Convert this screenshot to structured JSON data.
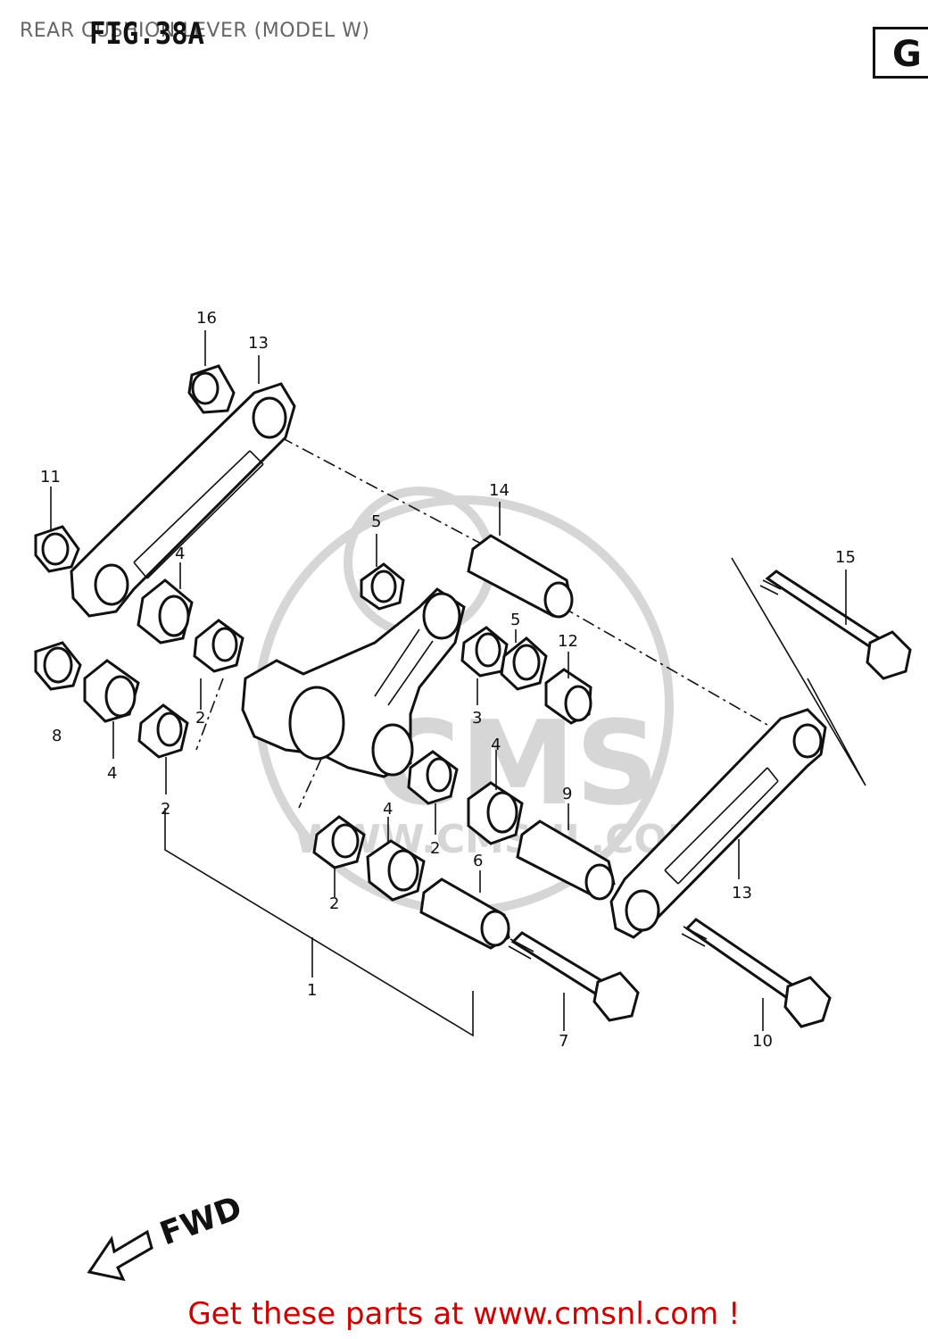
{
  "header": {
    "title": "REAR CUSHION LEVER (MODEL W)",
    "figure": "FIG.38A",
    "group_letter": "G"
  },
  "watermark": {
    "brand": "CMS",
    "url": "WWW.CMSNL.COM"
  },
  "callouts": {
    "c1": "1",
    "c2a": "2",
    "c2b": "2",
    "c2c": "2",
    "c2d": "2",
    "c3": "3",
    "c4a": "4",
    "c4b": "4",
    "c4c": "4",
    "c4d": "4",
    "c5a": "5",
    "c5b": "5",
    "c6": "6",
    "c7": "7",
    "c8": "8",
    "c9": "9",
    "c10": "10",
    "c11": "11",
    "c12": "12",
    "c13a": "13",
    "c13b": "13",
    "c14": "14",
    "c15": "15",
    "c16": "16"
  },
  "fwd_label": "FWD",
  "footer": {
    "text": "Get these parts at www.cmsnl.com !"
  },
  "colors": {
    "footer": "#d40000",
    "lines": "#111111",
    "watermark": "#d6d6d6"
  }
}
